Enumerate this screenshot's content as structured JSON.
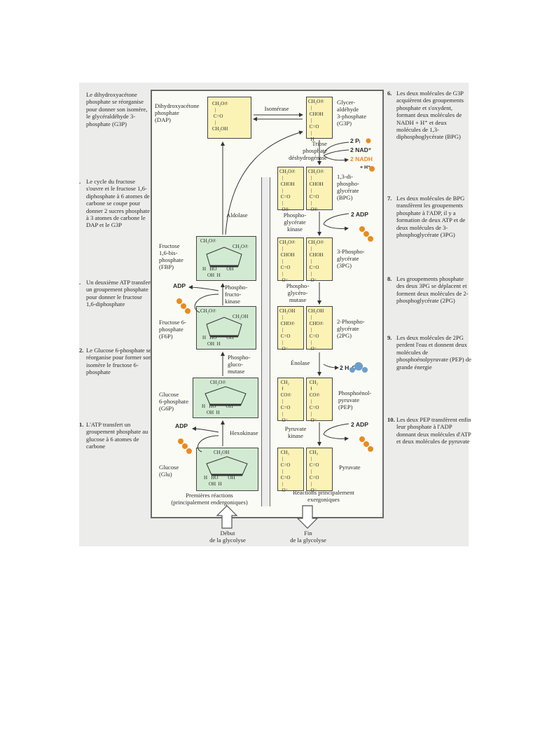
{
  "left_notes": [
    {
      "num": "",
      "text": "Le dihydroxyacétone phosphate se réorganise pour donner son isomère, le glycéraldéhyde 3-phosphate (G3P)"
    },
    {
      "num": ".",
      "text": "Le cycle du fructose s'ouvre et le fructose 1,6-diphosphate à 6 atomes de carbone se coupe pour donner 2 sucres phosphate à 3 atomes de carbone le DAP et le G3P"
    },
    {
      "num": ".",
      "text": "Un deuxième ATP transfert un groupement phosphate pour donner le fructose 1,6-diphosphate"
    },
    {
      "num": "2.",
      "text": "Le Glucose 6-phosphate se réorganise pour former son isomère le fructose 6-phosphate"
    },
    {
      "num": "1.",
      "text": "L'ATP transfert un groupement phosphate au glucose à 6 atomes de carbone"
    }
  ],
  "right_notes": [
    {
      "num": "6.",
      "text": "Les deux molécules de G3P acquièrent des groupements phosphate et s'oxydent, formant deux molécules de NADH + H⁺ et deux molécules de 1,3-diphosphoglycérate (BPG)"
    },
    {
      "num": "7.",
      "text": "Les deux molécules de BPG transfèrent les groupements phosphate à l'ADP, il y a formation de deux ATP et de deux molécules de 3-phosphoglycérate (3PG)"
    },
    {
      "num": "8.",
      "text": "Les groupements phosphate des deux 3PG se déplacent et forment deux molécules de 2-phosphoglycérate (2PG)"
    },
    {
      "num": "9.",
      "text": "Les deux molécules de 2PG perdent l'eau et donnent deux molécules de phosphoénolpyruvate (PEP) de grande énergie"
    },
    {
      "num": "10.",
      "text": "Les deux PEP transfèrent enfin leur phosphate à l'ADP donnant deux molécules d'ATP et deux molécules de pyruvate"
    }
  ],
  "left_column": {
    "dap": "Dihydroxyacétone\nphosphate\n(DAP)",
    "isomerase": "Isomérase",
    "aldolase": "Aldolase",
    "fbp": "Fructose\n1,6-bis-\nphosphate\n(FBP)",
    "pfk": "Phospho-\nfructo-\nkinase",
    "f6p": "Fructose 6-\nphosphate\n(F6P)",
    "pgm": "Phospho-\ngluco-\nmutase",
    "g6p": "Glucose\n6-phosphate\n(G6P)",
    "hexokinase": "Hexokinase",
    "glu": "Glucose\n(Glu)",
    "footer": "Premières réactions\n(principalement endergoniques)",
    "start": "Début\nde la glycolyse"
  },
  "right_column": {
    "g3p": "Glycer-\naldéhyde\n3-phosphate\n(G3P)",
    "tpd": "Triose\nphosphate\ndéshydrogénase",
    "bpg": "1,3-di-\nphospho-\nglycérate\n(BPG)",
    "pgk": "Phospho-\nglycérate\nkinase",
    "pg3": "3-Phospho-\nglycérate\n(3PG)",
    "pgmut": "Phospho-\nglycéro-\nmutase",
    "pg2": "2-Phospho-\nglycérate\n(2PG)",
    "enolase": "Énolase",
    "pep": "Phosphoénol-\npyruvate\n(PEP)",
    "pk": "Pyruvate\nkinase",
    "pyr": "Pyruvate",
    "footer": "Réactions principalement\nexergoniques",
    "end": "Fin\nde la glycolyse"
  },
  "cofactors": {
    "pi": "2 Pᵢ",
    "nad": "2 NAD⁺",
    "nadh": "2 NADH",
    "hplus": "+ H⁺",
    "adp": "ADP",
    "atp": "ATP",
    "adp2": "2 ADP",
    "atp2": "2 ATP",
    "h2o": "2 H₂O"
  },
  "molecules": {
    "dap": "CH₂O℗\n  |\n C=O\n  |\nCH₂OH",
    "g3p": "CH₂O℗\n  |\n CHOH\n  |\n C=O\n  |\n  H",
    "bpg": "CH₂O℗\n  |\n CHOH\n  |\n C=O\n  |\n  O℗",
    "pg3": "CH₂O℗\n  |\n CHOH\n  |\n C=O\n  |\n  O⁻",
    "pg2": "CH₂OH\n  |\n CHO℗\n  |\n C=O\n  |\n  O⁻",
    "pep": " CH₂\n  ‖\n CO℗\n  |\n C=O\n  |\n  O⁻",
    "pyr": " CH₃\n  |\n C=O\n  |\n C=O\n  |\n  O⁻",
    "fbp_top": "CH₂O℗",
    "fbp_right": "CH₂O℗",
    "f6p_top": "CH₂O℗",
    "f6p_right": "CH₂OH",
    "g6p_top": "CH₂O℗",
    "glu_top": "CH₂OH",
    "ring_labels": "H   HO        OH\n    OH  H"
  },
  "colors": {
    "box_yellow": "#fbf3b6",
    "box_green": "#d2ead2",
    "atp_orange": "#e98b1e",
    "water_blue": "#6d9ec9"
  }
}
